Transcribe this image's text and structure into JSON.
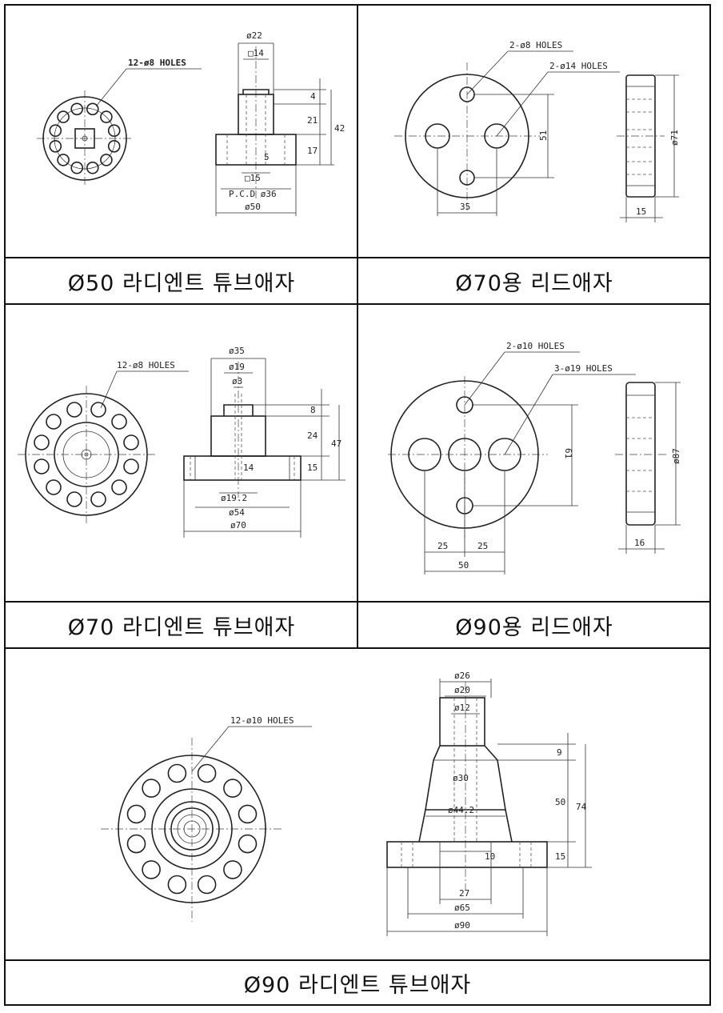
{
  "panels": [
    {
      "id": "p1",
      "caption": "Ø50 라디엔트 튜브애자",
      "labels": {
        "holes": "12-ø8 HOLES",
        "d22": "ø22",
        "s14": "□14",
        "v4": "4",
        "v21": "21",
        "v42": "42",
        "v17": "17",
        "v5": "5",
        "s15": "□15",
        "pcd": "P.C.D ø36",
        "d50": "ø50"
      }
    },
    {
      "id": "p2",
      "caption": "Ø70용 리드애자",
      "labels": {
        "holes_small": "2-ø8 HOLES",
        "holes_large": "2-ø14 HOLES",
        "v51": "51",
        "v35": "35",
        "d71": "ø71",
        "v15": "15"
      }
    },
    {
      "id": "p3",
      "caption": "Ø70 라디엔트 튜브애자",
      "labels": {
        "holes": "12-ø8 HOLES",
        "d35": "ø35",
        "d19": "ø19",
        "d3": "ø3",
        "v8": "8",
        "v24": "24",
        "v47": "47",
        "v15": "15",
        "v14": "14",
        "d192": "ø19.2",
        "d54": "ø54",
        "d70": "ø70"
      }
    },
    {
      "id": "p4",
      "caption": "Ø90용 리드애자",
      "labels": {
        "holes_small": "2-ø10 HOLES",
        "holes_large": "3-ø19 HOLES",
        "v61": "61",
        "v25a": "25",
        "v25b": "25",
        "v50": "50",
        "d87": "ø87",
        "v16": "16"
      }
    },
    {
      "id": "p5",
      "caption": "Ø90 라디엔트 튜브애자",
      "labels": {
        "holes": "12-ø10 HOLES",
        "d26": "ø26",
        "d20": "ø20",
        "d12": "ø12",
        "v9": "9",
        "v50": "50",
        "v74": "74",
        "d30": "ø30",
        "d442": "ø44.2",
        "v15": "15",
        "v10": "10",
        "v27": "27",
        "d65": "ø65",
        "d90": "ø90"
      }
    }
  ]
}
